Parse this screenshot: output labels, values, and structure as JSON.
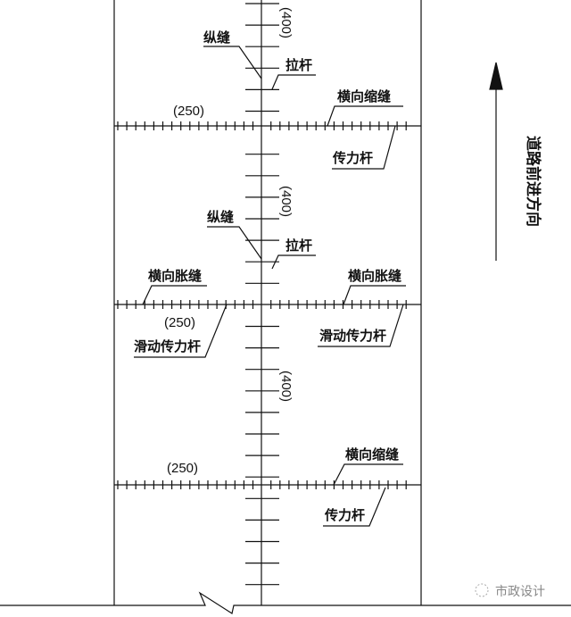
{
  "diagram": {
    "labels": {
      "longitudinal_joint": "纵缝",
      "tie_bar": "拉杆",
      "transverse_contraction_joint": "横向缩缝",
      "dowel_bar": "传力杆",
      "transverse_expansion_joint": "横向胀缝",
      "sliding_dowel_bar": "滑动传力杆",
      "tie_bar_spacing": "(400)",
      "dowel_spacing": "(250)"
    },
    "direction_text": "道路前进方向",
    "watermark": "市政设计"
  }
}
